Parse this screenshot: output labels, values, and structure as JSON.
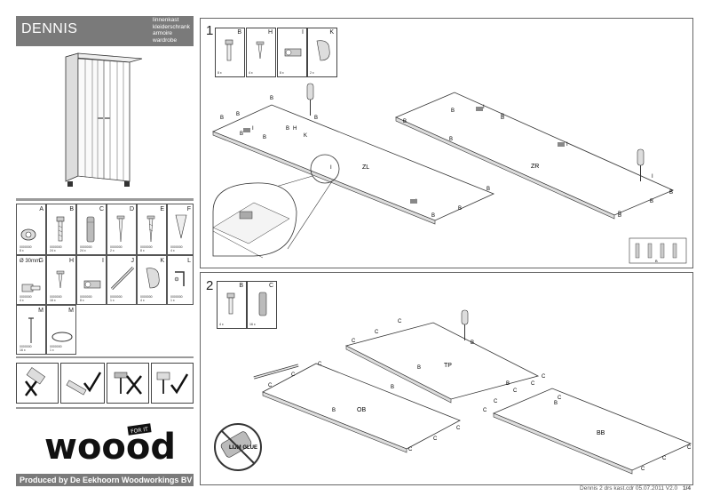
{
  "header": {
    "product_name": "DENNIS",
    "langs": [
      "linnenkast",
      "kleiderschrank",
      "armoire",
      "wardrobe"
    ]
  },
  "parts_grid": [
    {
      "letter": "A",
      "code": "0000000",
      "qty": "8 x"
    },
    {
      "letter": "B",
      "code": "0000000",
      "qty": "24 x"
    },
    {
      "letter": "C",
      "code": "0000000",
      "qty": "24 x"
    },
    {
      "letter": "D",
      "code": "0000000",
      "qty": "2 x"
    },
    {
      "letter": "E",
      "code": "0000000",
      "qty": "8 x"
    },
    {
      "letter": "F",
      "code": "0000000",
      "qty": "4 x"
    },
    {
      "letter": "G",
      "code": "0000000",
      "qty": "4 x"
    },
    {
      "letter": "H",
      "code": "0000000",
      "qty": "16 x"
    },
    {
      "letter": "I",
      "code": "0000000",
      "qty": "8 x"
    },
    {
      "letter": "J",
      "code": "0000000",
      "qty": "1 x"
    },
    {
      "letter": "K",
      "code": "0000000",
      "qty": "4 x"
    },
    {
      "letter": "L",
      "code": "0000000",
      "qty": "1 x"
    },
    {
      "letter": "M",
      "code": "0000000",
      "qty": "16 x"
    },
    {
      "letter": "M",
      "code": "0000000",
      "qty": "1 x"
    }
  ],
  "ruler_label": "Ø 30mm",
  "brand": {
    "logo_text": "woood",
    "tag": "FOR IT"
  },
  "credit": "Produced by De Eekhoorn Woodworkings BV",
  "step1": {
    "number": "1",
    "parts": [
      {
        "letter": "B",
        "qty": "8 x"
      },
      {
        "letter": "H",
        "qty": "4 x"
      },
      {
        "letter": "I",
        "qty": "8 x"
      },
      {
        "letter": "K",
        "qty": "2 x"
      }
    ],
    "panel_left": "ZL",
    "panel_right": "ZR",
    "labels": [
      "B",
      "B",
      "B",
      "B",
      "B",
      "I",
      "B",
      "H",
      "K",
      "B",
      "B",
      "I",
      "B",
      "B",
      "I",
      "B",
      "B",
      "B",
      "I",
      "B",
      "B",
      "I",
      "B",
      "B",
      "I",
      "B",
      "B"
    ],
    "inset_label": "B"
  },
  "step2": {
    "number": "2",
    "parts": [
      {
        "letter": "B",
        "qty": "4 x"
      },
      {
        "letter": "C",
        "qty": "16 x"
      }
    ],
    "panel_top": "TP",
    "panel_ob": "OB",
    "panel_bb": "BB",
    "glue_text": "LIJM GLUE",
    "labels_c": [
      "C",
      "C",
      "C",
      "C",
      "C",
      "C",
      "C",
      "C",
      "C",
      "C",
      "C",
      "C",
      "C",
      "C",
      "C",
      "C",
      "C",
      "C"
    ],
    "labels_b": [
      "B",
      "B",
      "B",
      "B",
      "B",
      "B"
    ]
  },
  "footer": {
    "file": "Dennis 2 drs kast.cdr  05.07.2011 V2.0",
    "page": "1/4"
  }
}
